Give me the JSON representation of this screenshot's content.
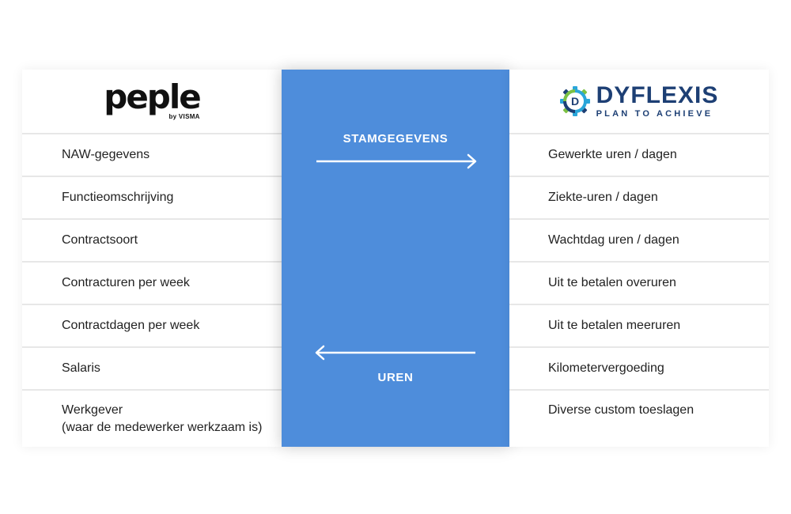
{
  "left": {
    "logo": {
      "word": "peple",
      "by": "by VISMA"
    },
    "items": [
      {
        "label": "NAW-gegevens"
      },
      {
        "label": "Functieomschrijving"
      },
      {
        "label": "Contractsoort"
      },
      {
        "label": "Contracturen per week"
      },
      {
        "label": "Contractdagen per week"
      },
      {
        "label": "Salaris"
      }
    ],
    "last_item": {
      "line1": "Werkgever",
      "line2": "(waar de medewerker werkzaam is)"
    }
  },
  "center": {
    "top_label": "STAMGEGEVENS",
    "bottom_label": "UREN",
    "band_color": "#4e8ddb"
  },
  "right": {
    "logo": {
      "name": "DYFLEXIS",
      "tagline": "PLAN TO ACHIEVE",
      "mark_letter": "D",
      "colors": {
        "navy": "#1d3f74",
        "blue": "#2aa6d9",
        "green": "#7cc143"
      }
    },
    "items": [
      {
        "label": "Gewerkte uren / dagen"
      },
      {
        "label": "Ziekte-uren / dagen"
      },
      {
        "label": "Wachtdag uren / dagen"
      },
      {
        "label": "Uit te betalen overuren"
      },
      {
        "label": "Uit te betalen meeruren"
      },
      {
        "label": "Kilometervergoeding"
      },
      {
        "label": "Diverse custom toeslagen"
      }
    ]
  }
}
